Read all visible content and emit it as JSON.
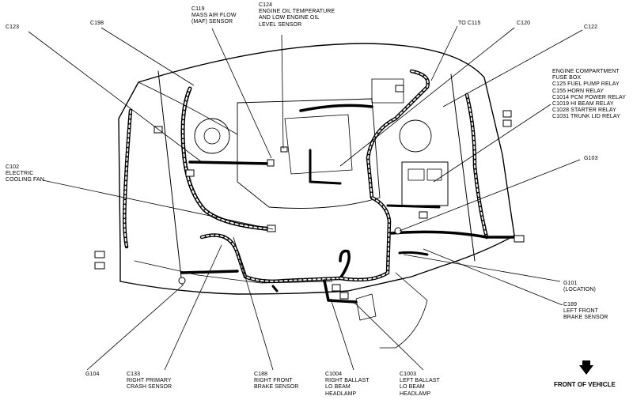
{
  "labels": {
    "c123": [
      "C123"
    ],
    "c198": [
      "C198"
    ],
    "c119": [
      "C119",
      "MASS AIR FLOW",
      "(MAF) SENSOR"
    ],
    "c124": [
      "C124",
      "ENGINE OIL TEMPERATURE",
      "AND LOW ENGINE OIL",
      "LEVEL SENSOR"
    ],
    "to_c115": [
      "TO C115"
    ],
    "c120": [
      "C120"
    ],
    "c122": [
      "C122"
    ],
    "fuse_box": [
      "ENGINE COMPARTMENT",
      "FUSE BOX",
      "C125 FUEL PUMP RELAY",
      "C155 HORN RELAY",
      "C1014 PCM POWER RELAY",
      "C1019 HI BEAM RELAY",
      "C1028 STARTER RELAY",
      "C1031 TRUNK LID RELAY"
    ],
    "c102": [
      "C102",
      "ELECTRIC",
      "COOLING FAN"
    ],
    "g103": [
      "G103"
    ],
    "g101": [
      "G101",
      "(LOCATION)"
    ],
    "c189": [
      "C189",
      "LEFT FRONT",
      "BRAKE SENSOR"
    ],
    "g104": [
      "G104"
    ],
    "c133": [
      "C133",
      "RIGHT PRIMARY",
      "CRASH SENSOR"
    ],
    "c188": [
      "C188",
      "RIGHT FRONT",
      "BRAKE SENSOR"
    ],
    "c1004": [
      "C1004",
      "RIGHT BALLAST",
      "LO BEAM",
      "HEADLAMP"
    ],
    "c1003": [
      "C1003",
      "LEFT BALLAST",
      "LO BEAM",
      "HEADLAMP"
    ]
  },
  "front_of_vehicle": "FRONT OF VEHICLE",
  "icons": {
    "front_arrow": "front-arrow-icon"
  },
  "colors": {
    "ink": "#000000",
    "paper": "#ffffff"
  }
}
